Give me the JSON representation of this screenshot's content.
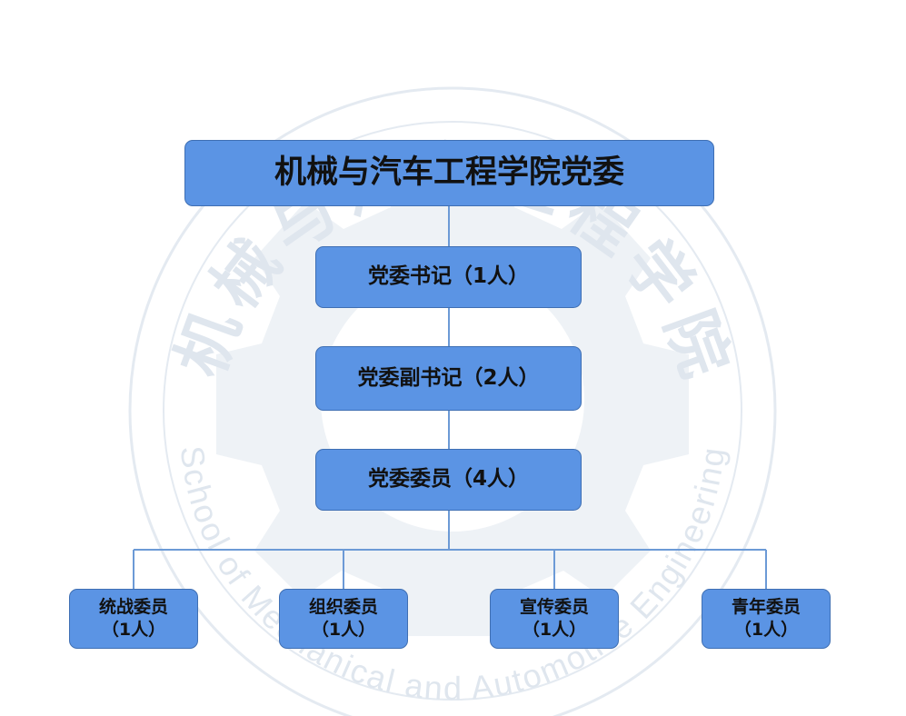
{
  "watermark": {
    "top_glyphs": [
      "机",
      "械",
      "与",
      "汽",
      "车",
      "工",
      "程",
      "学",
      "院"
    ],
    "bottom_text": "School of Mechanical and Automotive Engineering",
    "color": "#dfe6ee"
  },
  "colors": {
    "node_fill": "#5b94e4",
    "node_border": "#3f6fb3",
    "connector": "#6c9ad6"
  },
  "nodes": {
    "root": {
      "label": "机械与汽车工程学院党委"
    },
    "secretary": {
      "label": "党委书记（1人）"
    },
    "deputy": {
      "label": "党委副书记（2人）"
    },
    "members": {
      "label": "党委委员（4人）"
    },
    "committee": [
      {
        "line1": "统战委员",
        "line2": "（1人）"
      },
      {
        "line1": "组织委员",
        "line2": "（1人）"
      },
      {
        "line1": "宣传委员",
        "line2": "（1人）"
      },
      {
        "line1": "青年委员",
        "line2": "（1人）"
      }
    ]
  }
}
